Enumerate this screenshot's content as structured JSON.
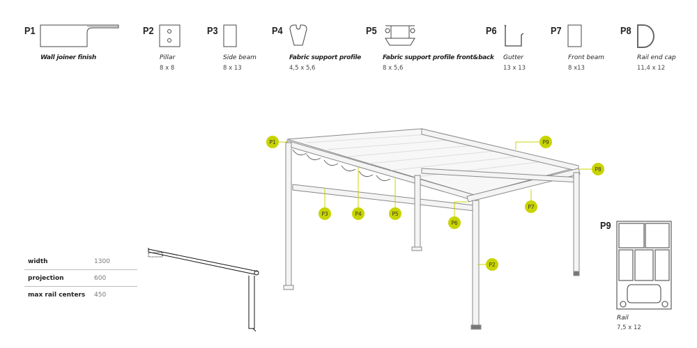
{
  "profiles": [
    {
      "code": "P1",
      "name": "Wall joiner finish",
      "dims": ""
    },
    {
      "code": "P2",
      "name": "Pillar",
      "dims": "8 x 8"
    },
    {
      "code": "P3",
      "name": "Side beam",
      "dims": "8 x 13"
    },
    {
      "code": "P4",
      "name": "Fabric support profile",
      "dims": "4,5 x 5,6"
    },
    {
      "code": "P5",
      "name": "Fabric support profile front&back",
      "dims": "8 x 5,6"
    },
    {
      "code": "P6",
      "name": "Gutter",
      "dims": "13 x 13"
    },
    {
      "code": "P7",
      "name": "Front beam",
      "dims": "8 x13"
    },
    {
      "code": "P8",
      "name": "Rail end cap",
      "dims": "11,4 x 12"
    },
    {
      "code": "P9",
      "name": "Rail",
      "dims": "7,5 x 12"
    }
  ],
  "specs": [
    {
      "label": "width",
      "value": "1300"
    },
    {
      "label": "projection",
      "value": "600"
    },
    {
      "label": "max rail centers",
      "value": "450"
    }
  ],
  "colors": {
    "callout": "#c8d400"
  }
}
